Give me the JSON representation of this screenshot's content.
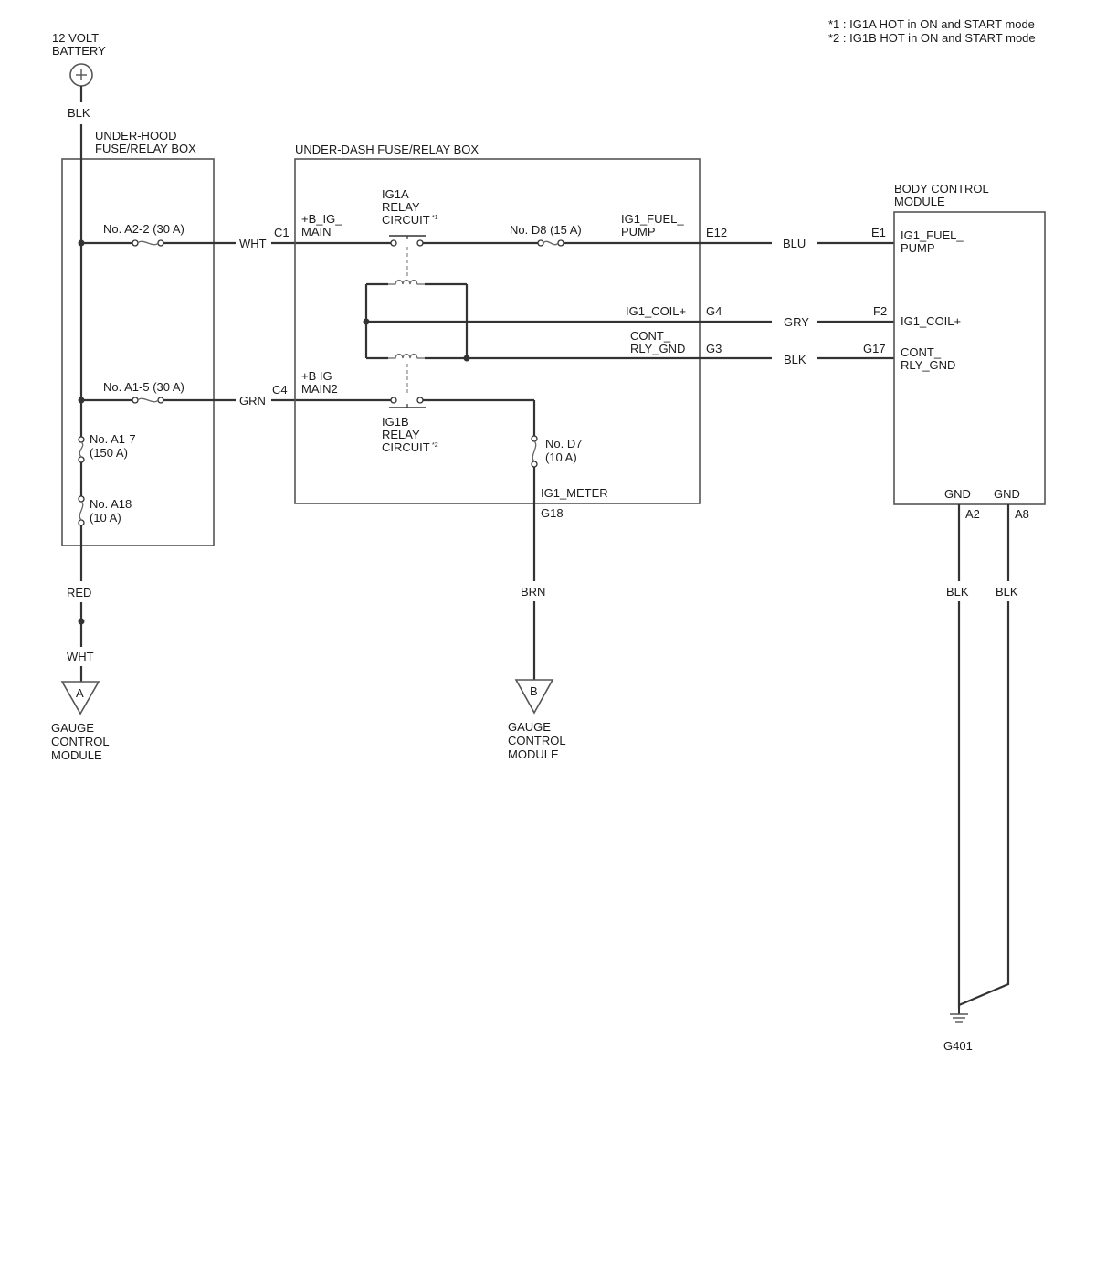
{
  "notes": [
    "*1 : IG1A HOT in ON and START mode",
    "*2 : IG1B HOT in ON and START mode"
  ],
  "battery": {
    "label_line1": "12 VOLT",
    "label_line2": "BATTERY",
    "wire": "BLK"
  },
  "underhood": {
    "title_line1": "UNDER-HOOD",
    "title_line2": "FUSE/RELAY BOX",
    "fuse_a2_2": "No. A2-2 (30 A)",
    "fuse_a1_5": "No. A1-5 (30 A)",
    "fuse_a1_7_line1": "No. A1-7",
    "fuse_a1_7_line2": "(150 A)",
    "fuse_a18_line1": "No. A18",
    "fuse_a18_line2": "(10 A)",
    "out_wire1": "RED",
    "out_wire2": "WHT"
  },
  "wires": {
    "wht": "WHT",
    "grn": "GRN",
    "blu": "BLU",
    "gry": "GRY",
    "blk": "BLK",
    "brn": "BRN",
    "blk_a2": "BLK",
    "blk_a8": "BLK"
  },
  "underdash": {
    "title": "UNDER-DASH FUSE/RELAY BOX",
    "c1": "C1",
    "c4": "C4",
    "bigmain_line1": "+B_IG_",
    "bigmain_line2": "MAIN",
    "bigmain2_line1": "+B IG",
    "bigmain2_line2": "MAIN2",
    "ig1a_line1": "IG1A",
    "ig1a_line2": "RELAY",
    "ig1a_line3": "CIRCUIT",
    "ig1a_mark": "*1",
    "ig1b_line1": "IG1B",
    "ig1b_line2": "RELAY",
    "ig1b_line3": "CIRCUIT",
    "ig1b_mark": "*2",
    "fuse_d8": "No. D8 (15 A)",
    "fuse_d7_line1": "No. D7",
    "fuse_d7_line2": "(10 A)",
    "fuelpump_line1": "IG1_FUEL_",
    "fuelpump_line2": "PUMP",
    "coil": "IG1_COIL+",
    "cont_line1": "CONT_",
    "cont_line2": "RLY_GND",
    "meter": "IG1_METER",
    "e12": "E12",
    "g4": "G4",
    "g3": "G3",
    "g18": "G18"
  },
  "bcm": {
    "title_line1": "BODY CONTROL",
    "title_line2": "MODULE",
    "e1": "E1",
    "f2": "F2",
    "g17": "G17",
    "fuelpump_line1": "IG1_FUEL_",
    "fuelpump_line2": "PUMP",
    "coil": "IG1_COIL+",
    "cont_line1": "CONT_",
    "cont_line2": "RLY_GND",
    "gnd1": "GND",
    "gnd2": "GND",
    "a2": "A2",
    "a8": "A8"
  },
  "connector_a": {
    "letter": "A",
    "line1": "GAUGE",
    "line2": "CONTROL",
    "line3": "MODULE"
  },
  "connector_b": {
    "letter": "B",
    "line1": "GAUGE",
    "line2": "CONTROL",
    "line3": "MODULE"
  },
  "ground": "G401"
}
